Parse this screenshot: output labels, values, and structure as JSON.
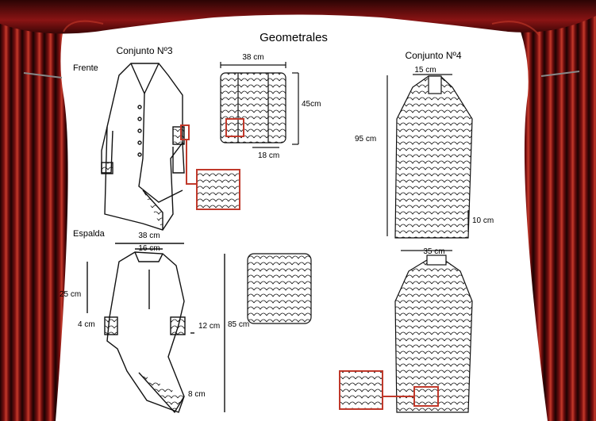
{
  "title": "Geometrales",
  "conjunto3": {
    "heading": "Conjunto Nº3",
    "front_label": "Frente",
    "back_label": "Espalda",
    "dims": {
      "bolero_width": "38 cm",
      "bolero_height": "45cm",
      "bolero_bottom": "18 cm",
      "back_width": "38 cm",
      "collar": "16 cm",
      "sleeve_len": "25 cm",
      "cuff_left": "4 cm",
      "cuff_right": "12 cm",
      "length": "85 cm",
      "hem": "8 cm"
    }
  },
  "conjunto4": {
    "heading": "Conjunto Nº4",
    "dims": {
      "neck": "15 cm",
      "height": "95 cm",
      "tier": "10 cm",
      "width": "35 cm"
    }
  },
  "colors": {
    "curtain_dark": "#2a0505",
    "curtain_red": "#8a1414",
    "curtain_highlight": "#c43a2a",
    "callout": "#c0392b",
    "line": "#111111"
  }
}
